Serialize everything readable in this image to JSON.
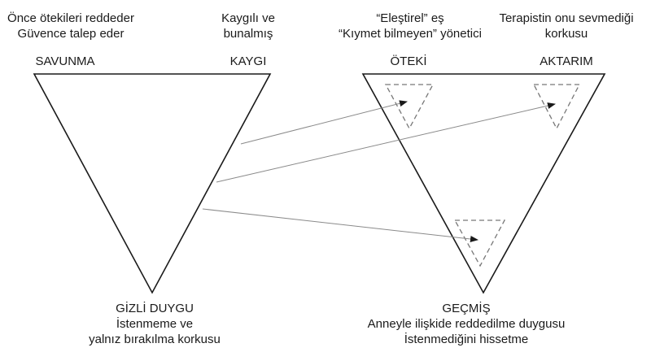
{
  "colors": {
    "outline": "#1a1a1a",
    "dashed": "#777777",
    "arrow": "#8a8a8a",
    "text": "#1a1a1a"
  },
  "left_triangle": {
    "top_left_caption": [
      "Önce ötekileri reddeder",
      "Güvence talep eder"
    ],
    "top_right_caption": [
      "Kaygılı ve",
      "bunalmış"
    ],
    "corner_left": "SAVUNMA",
    "corner_right": "KAYGI",
    "bottom_caption": [
      "GİZLİ DUYGU",
      "İstenmeme ve",
      "yalnız bırakılma korkusu"
    ]
  },
  "right_triangle": {
    "top_left_caption": [
      "“Eleştirel” eş",
      "“Kıymet bilmeyen” yönetici"
    ],
    "top_right_caption": [
      "Terapistin onu sevmediği",
      "korkusu"
    ],
    "corner_left": "ÖTEKİ",
    "corner_right": "AKTARIM",
    "bottom_caption": [
      "GEÇMİŞ",
      "Anneyle ilişkide reddedilme duygusu",
      "İstenmediğini hissetme"
    ]
  }
}
